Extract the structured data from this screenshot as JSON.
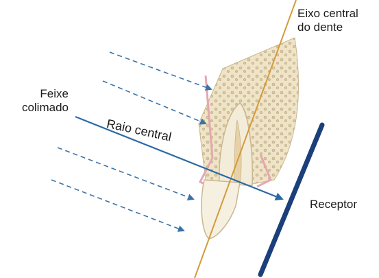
{
  "labels": {
    "tooth_axis_line1": "Eixo central",
    "tooth_axis_line2": "do dente",
    "beam_line1": "Feixe",
    "beam_line2": "colimado",
    "central_ray": "Raio central",
    "receptor": "Receptor"
  },
  "colors": {
    "beam_arrows": "#3a73a8",
    "central_ray": "#2b6aa6",
    "tooth_axis": "#d49a3a",
    "receptor": "#1b3f7a",
    "bone": "#e8dcc0",
    "tooth": "#f3ecd8",
    "gum": "#e3a8b0"
  }
}
